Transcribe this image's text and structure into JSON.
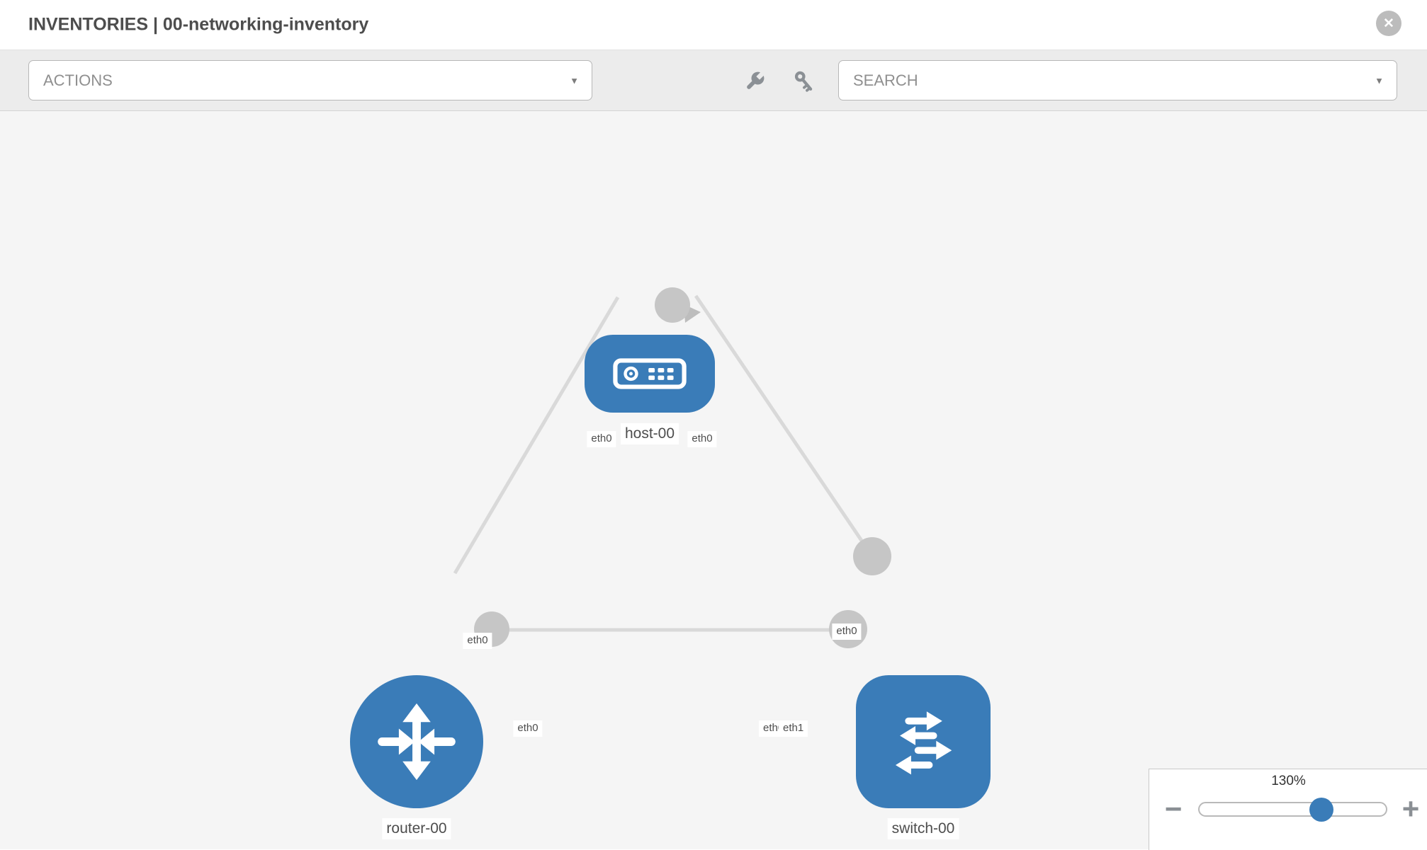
{
  "header": {
    "title": "INVENTORIES | 00-networking-inventory",
    "close_glyph": "✕"
  },
  "toolbar": {
    "actions_label": "ACTIONS",
    "search_label": "SEARCH",
    "caret_glyph": "▼"
  },
  "icons": {
    "wrench": "wrench-icon",
    "key": "key-icon",
    "close": "close-icon",
    "chevron": "chevron-down-icon",
    "host": "server-icon",
    "router": "router-arrows-icon",
    "switch": "switch-arrows-icon"
  },
  "colors": {
    "node_blue": "#3a7cb8",
    "port_gray": "#c6c6c6",
    "link_gray": "#d9d9d9",
    "canvas_bg": "#f5f5f5"
  },
  "diagram": {
    "host": {
      "label": "host-00",
      "iface_left": "eth0",
      "iface_right": "eth0"
    },
    "router": {
      "label": "router-00",
      "iface_to_host": "eth0",
      "iface_to_switch": "eth0"
    },
    "switch": {
      "label": "switch-00",
      "iface_to_host": "eth0",
      "iface_back": "eth0",
      "iface_front": "eth1"
    }
  },
  "zoom_control": {
    "level": "130%",
    "zoom_out_glyph": "−",
    "zoom_in_glyph": "+"
  }
}
